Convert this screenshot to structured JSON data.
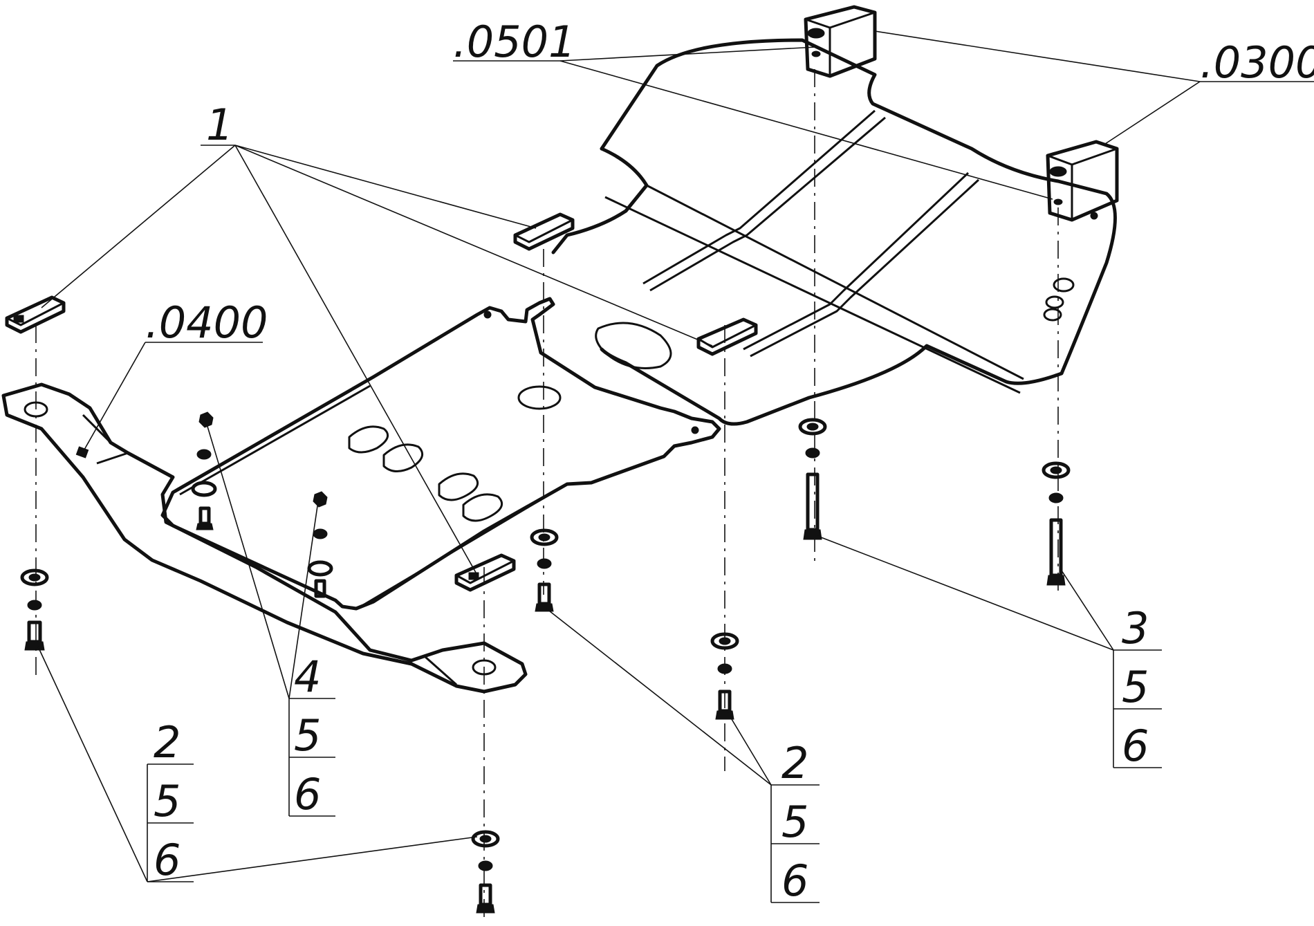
{
  "callouts": {
    "part_0501": ".0501",
    "part_0300": ".0300",
    "part_0400": ".0400",
    "part_1": "1",
    "stack_4": [
      "4",
      "5",
      "6"
    ],
    "stack_2_left": [
      "2",
      "5",
      "6"
    ],
    "stack_2_mid": [
      "2",
      "5",
      "6"
    ],
    "stack_3": [
      "3",
      "5",
      "6"
    ]
  },
  "colors": {
    "ink": "#111111",
    "paper": "#ffffff"
  }
}
